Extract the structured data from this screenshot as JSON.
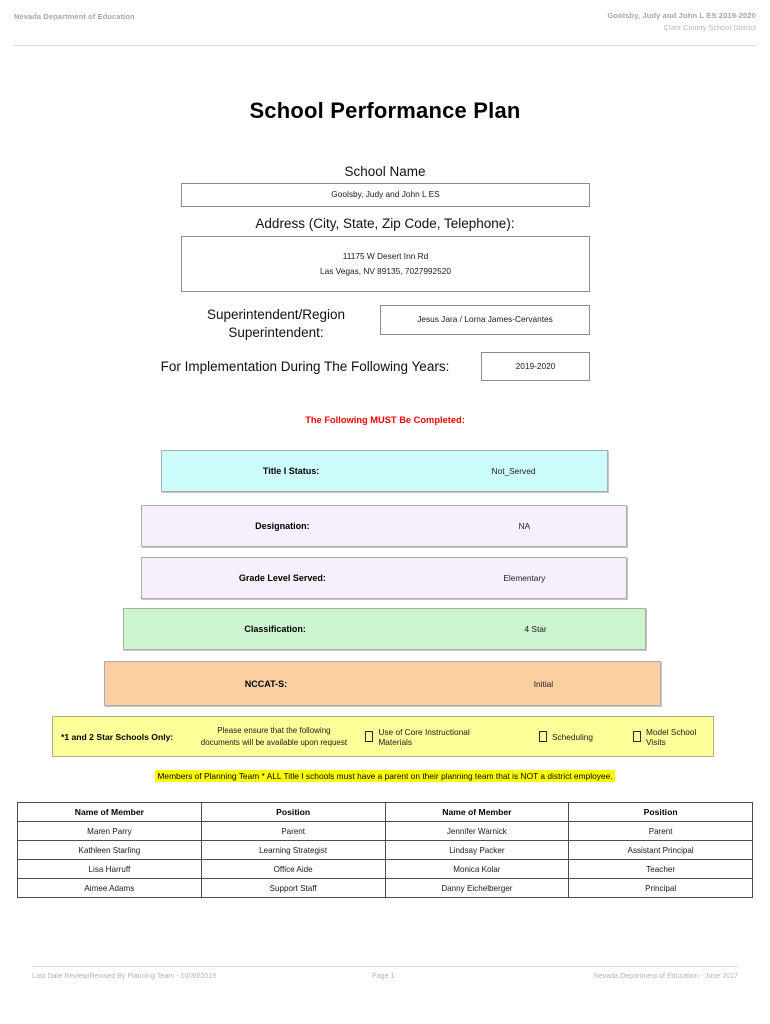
{
  "header": {
    "left": "Nevada Department of Education",
    "right_line1": "Goolsby, Judy and John L ES  2019-2020",
    "right_line2": "Clark County School District"
  },
  "title": "School Performance Plan",
  "fields": {
    "school_name_label": "School Name",
    "school_name_value": "Goolsby, Judy and John L ES",
    "address_label": "Address (City, State, Zip Code, Telephone):",
    "address_line1": "11175 W Desert Inn Rd",
    "address_line2": "Las Vegas, NV  89135, 7027992520",
    "superintendent_label_line1": "Superintendent/Region",
    "superintendent_label_line2": "Superintendent:",
    "superintendent_value": "Jesus Jara / Lorna James-Cervantes",
    "years_label": "For Implementation During The Following Years:",
    "years_value": "2019-2020"
  },
  "must_complete_notice": "The Following MUST Be Completed:",
  "status_bars": [
    {
      "label": "Title I Status:",
      "value": "Not_Served",
      "color": "#ccfdfc"
    },
    {
      "label": "Designation:",
      "value": "NA",
      "color": "#f7effb"
    },
    {
      "label": "Grade Level Served:",
      "value": "Elementary",
      "color": "#f7effb"
    },
    {
      "label": "Classification:",
      "value": "4 Star",
      "color": "#ccf5cf"
    },
    {
      "label": "NCCAT-S:",
      "value": "Initial",
      "color": "#fccea1"
    }
  ],
  "star_schools": {
    "title": "*1 and 2 Star Schools Only:",
    "note_line1": "Please ensure that the following",
    "note_line2": "documents will be available upon request",
    "checkboxes": [
      {
        "label": "Use of Core Instructional Materials",
        "checked": false
      },
      {
        "label": "Scheduling",
        "checked": false
      },
      {
        "label": "Model School Visits",
        "checked": false
      }
    ],
    "highlight_color": "#ffff99"
  },
  "planning_note": "Members of Planning Team * ALL Title I schools must have a parent on their planning team that is NOT a district employee.",
  "team_table": {
    "headers": [
      "Name of Member",
      "Position",
      "Name of Member",
      "Position"
    ],
    "rows": [
      [
        "Maren Parry",
        "Parent",
        "Jennifer Warnick",
        "Parent"
      ],
      [
        "Kathleen Starling",
        "Learning Strategist",
        "Lindsay Packer",
        "Assistant Principal"
      ],
      [
        "Lisa Harruff",
        "Office Aide",
        "Monica Kolar",
        "Teacher"
      ],
      [
        "Aimee Adams",
        "Support Staff",
        "Danny Eichelberger",
        "Principal"
      ]
    ]
  },
  "footer": {
    "left": "Last Date Review/Revised By Planning Team - 10/30/2019",
    "center": "Page 1",
    "right": "Nevada Department of Education - June 2017"
  }
}
